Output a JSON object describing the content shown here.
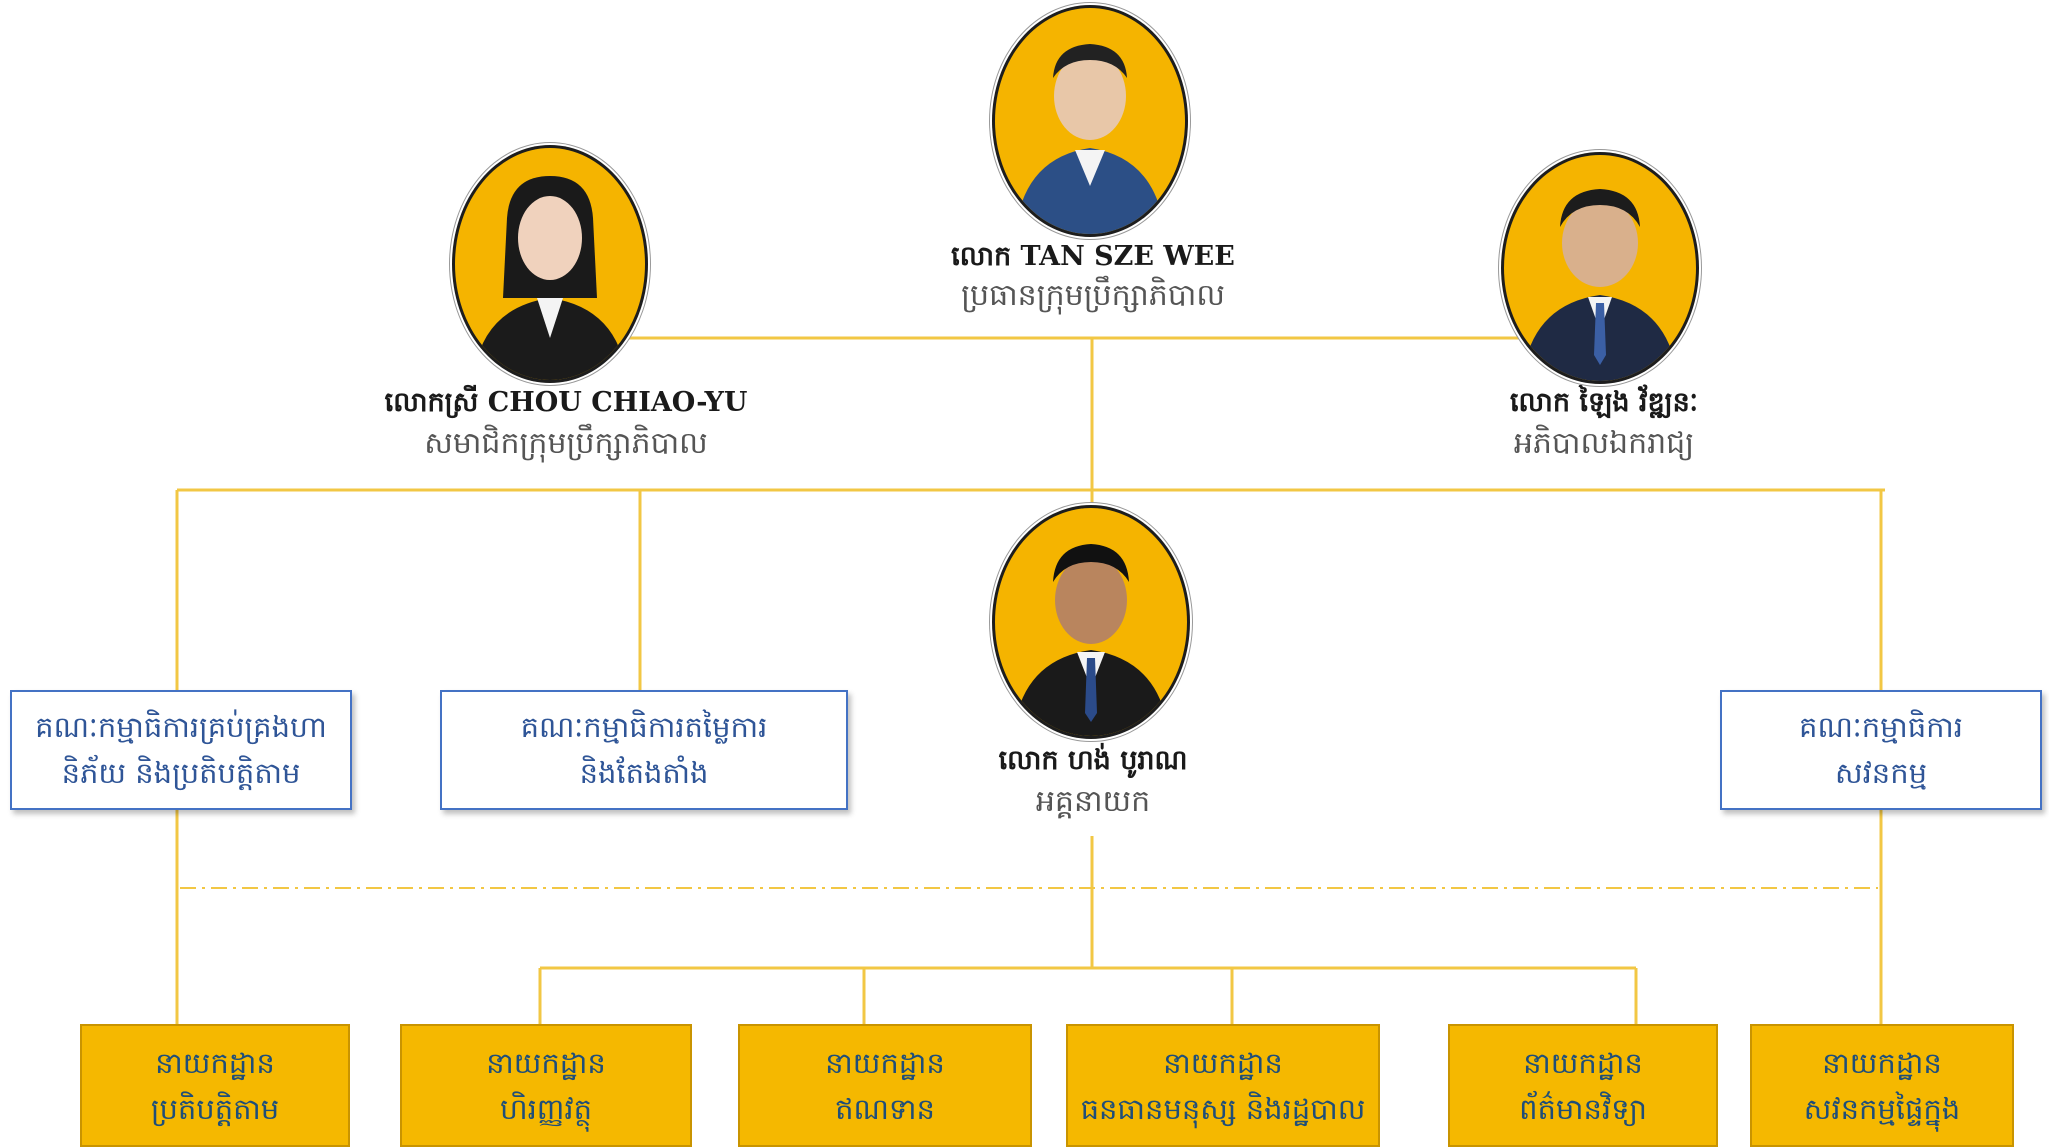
{
  "colors": {
    "connector": "#f2c744",
    "portrait_bg": "#f5b400",
    "committee_border": "#4472c4",
    "committee_text": "#2f5597",
    "dept_bg": "#f5b800",
    "dept_text": "#1f4e79"
  },
  "board": {
    "chairman": {
      "name": "លោក TAN SZE WEE",
      "role": "ប្រធានក្រុមប្រឹក្សាភិបាល"
    },
    "member": {
      "name": "លោកស្រី CHOU CHIAO-YU",
      "role": "សមាជិកក្រុមប្រឹក្សាភិបាល"
    },
    "independent": {
      "name": "លោក ឡៃង វ័ឌ្ឍនៈ",
      "role": "អភិបាលឯករាជ្យ"
    }
  },
  "ceo": {
    "name": "លោក ហង់ បូរាណ",
    "role": "អគ្គនាយក"
  },
  "committees": {
    "risk": {
      "line1": "គណៈកម្មាធិការគ្រប់គ្រងហា",
      "line2": "និភ័យ និងប្រតិបត្តិតាម"
    },
    "nomination": {
      "line1": "គណៈកម្មាធិការតម្លៃការ",
      "line2": "និងតែងតាំង"
    },
    "audit": {
      "line1": "គណៈកម្មាធិការ",
      "line2": "សវនកម្ម"
    }
  },
  "departments": [
    {
      "line1": "នាយកដ្ឋាន",
      "line2": "ប្រតិបត្តិតាម"
    },
    {
      "line1": "នាយកដ្ឋាន",
      "line2": "ហិរញ្ញវត្ថុ"
    },
    {
      "line1": "នាយកដ្ឋាន",
      "line2": "ឥណទាន"
    },
    {
      "line1": "នាយកដ្ឋាន",
      "line2": "ធនធានមនុស្ស និងរដ្ឋបាល"
    },
    {
      "line1": "នាយកដ្ឋាន",
      "line2": "ព័ត៌មានវិទ្យា"
    },
    {
      "line1": "នាយកដ្ឋាន",
      "line2": "សវនកម្មផ្ទៃក្នុង"
    }
  ]
}
